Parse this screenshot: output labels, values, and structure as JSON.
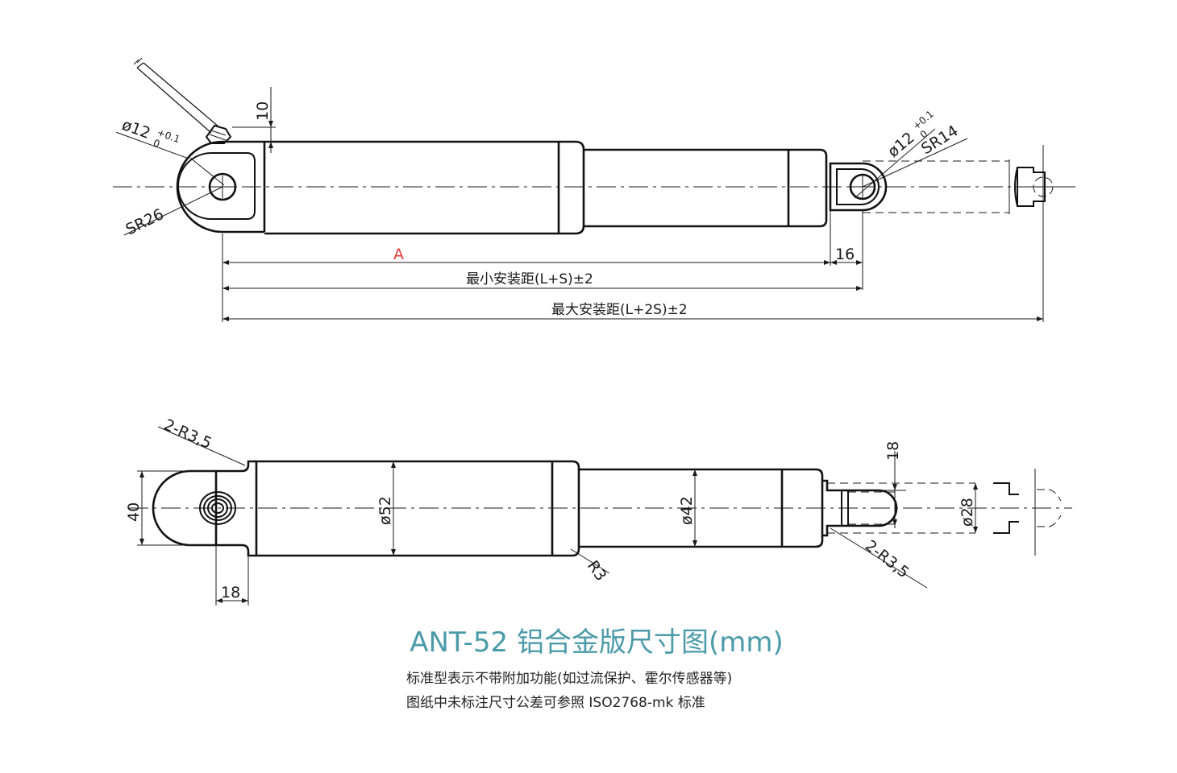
{
  "colors": {
    "line": "#111111",
    "title": "#4b9aa9",
    "red_label": "#e53935",
    "text": "#222222"
  },
  "top_view": {
    "dim_10": "10",
    "dim_hole_left_base": "ø12",
    "dim_hole_left_tol_plus": "+0.1",
    "dim_hole_left_tol_zero": "0",
    "dim_sr26": "SR26",
    "dim_hole_right_base": "ø12",
    "dim_hole_right_tol_plus": "+0.1",
    "dim_hole_right_tol_zero": "0",
    "dim_sr14": "SR14",
    "dim_16": "16",
    "dim_a": "A",
    "dim_min": "最小安装距(L+S)±2",
    "dim_max": "最大安装距(L+2S)±2"
  },
  "bottom_view": {
    "dim_2r35_left": "2-R3,5",
    "dim_40": "40",
    "dim_18_bottom": "18",
    "dim_d52": "ø52",
    "dim_d42": "ø42",
    "dim_r3": "R3",
    "dim_18_top": "18",
    "dim_d28": "ø28",
    "dim_2r35_right": "2-R3,5"
  },
  "caption": {
    "title": "ANT-52 铝合金版尺寸图(mm)",
    "note1": "标准型表示不带附加功能(如过流保护、霍尔传感器等)",
    "note2": "图纸中未标注尺寸公差可参照 ISO2768-mk 标准"
  }
}
